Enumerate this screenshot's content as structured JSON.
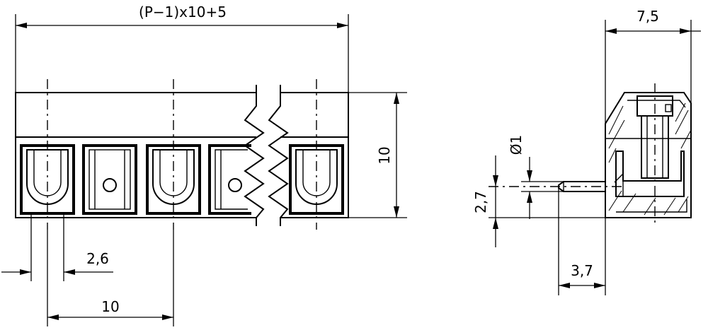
{
  "dimensions": {
    "total_length": "(P−1)x10+5",
    "width": "7,5",
    "height": "10",
    "pin_diameter": "Ø1",
    "pin_offset": "2,7",
    "pin_length": "3,7",
    "pin_width": "2,6",
    "pitch": "10"
  }
}
